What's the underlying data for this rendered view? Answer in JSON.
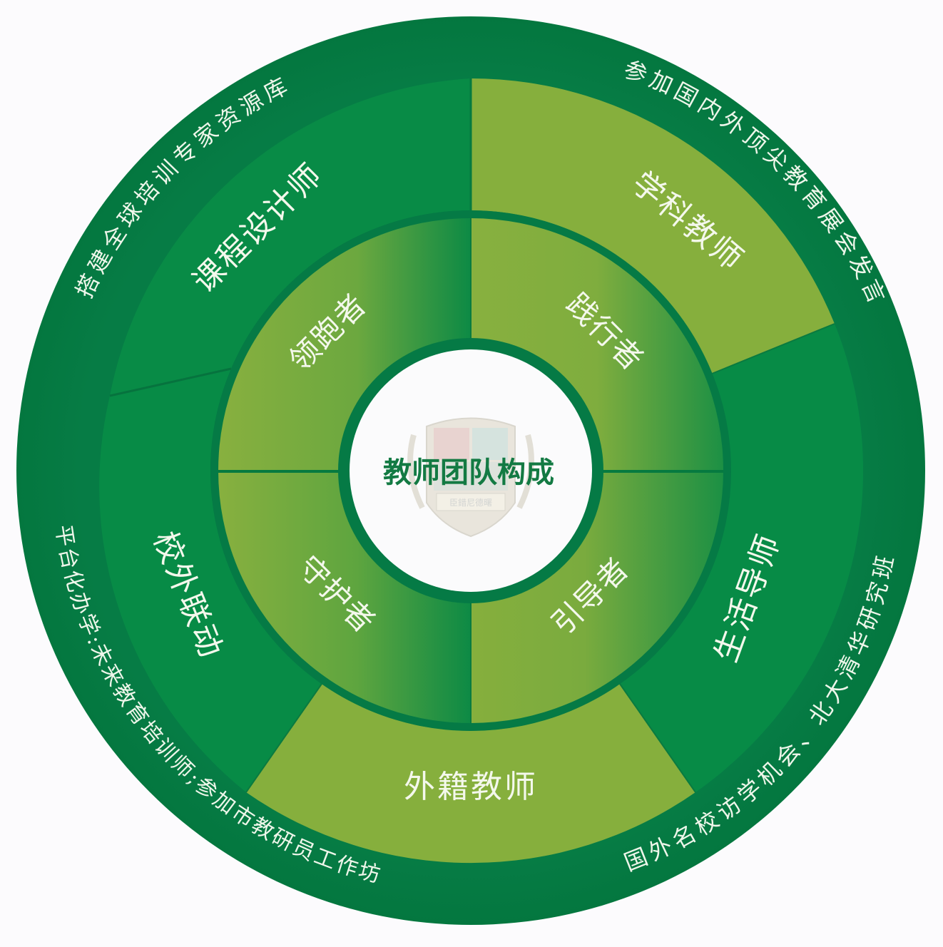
{
  "center": {
    "title": "教师团队构成",
    "crest_banner": "臣錯尼德曙"
  },
  "inner_ring": {
    "items": [
      {
        "label": "领跑者",
        "position": "top-left"
      },
      {
        "label": "践行者",
        "position": "top-right"
      },
      {
        "label": "守护者",
        "position": "bottom-left"
      },
      {
        "label": "引导者",
        "position": "bottom-right"
      }
    ]
  },
  "middle_ring": {
    "items": [
      {
        "label": "学科教师",
        "tone": "light"
      },
      {
        "label": "生活导师",
        "tone": "dark"
      },
      {
        "label": "外籍教师",
        "tone": "light"
      },
      {
        "label": "校外联动",
        "tone": "dark"
      },
      {
        "label": "课程设计师",
        "tone": "dark"
      }
    ]
  },
  "outer_ring": {
    "items": [
      {
        "label": "搭建全球培训专家资源库"
      },
      {
        "label": "参加国内外顶尖教育展会发言"
      },
      {
        "label": "国外名校访学机会、北大清华研究班"
      },
      {
        "label": "平台化办学:未来教育培训师;参加市教研员工作坊"
      }
    ]
  },
  "colors": {
    "outer_ring": "#057a45",
    "middle_dark": "#078b46",
    "middle_light": "#86af3d",
    "inner_light": "#88b03f",
    "inner_dark": "#1f9346",
    "border": "#057a45",
    "center_bg": "#fbfbfc",
    "title": "#137a43"
  }
}
